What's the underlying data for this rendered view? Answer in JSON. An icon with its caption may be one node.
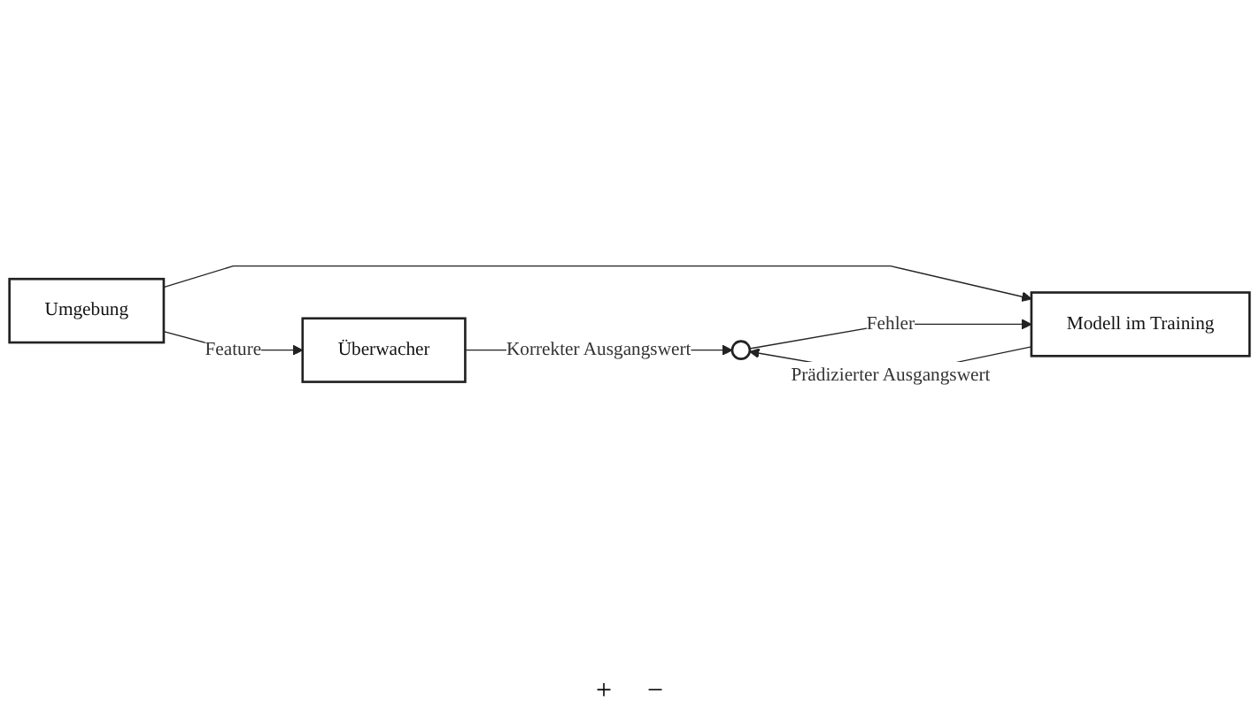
{
  "diagram": {
    "nodes": [
      {
        "text": [
          "Umgebung"
        ]
      },
      {
        "text": [
          "Überwacher"
        ]
      },
      {
        "text": [
          "Modell im Training"
        ]
      },
      {
        "text": [],
        "shape": "circle"
      }
    ],
    "edges": [
      {
        "from": 0,
        "to": 1,
        "arrow": "to",
        "label": "Feature"
      },
      {
        "from": 0,
        "to": 2,
        "arrow": "to"
      },
      {
        "from": 1,
        "to": 3,
        "arrow": "to",
        "label": "Korrekter Ausgangswert"
      },
      {
        "from": 2,
        "to": 3,
        "arrow": "to",
        "label": "Prädizierter Ausgangswert"
      },
      {
        "from": 3,
        "to": 2,
        "arrow": "to",
        "label": "Fehler"
      }
    ],
    "labels": [
      "+",
      "−"
    ]
  }
}
